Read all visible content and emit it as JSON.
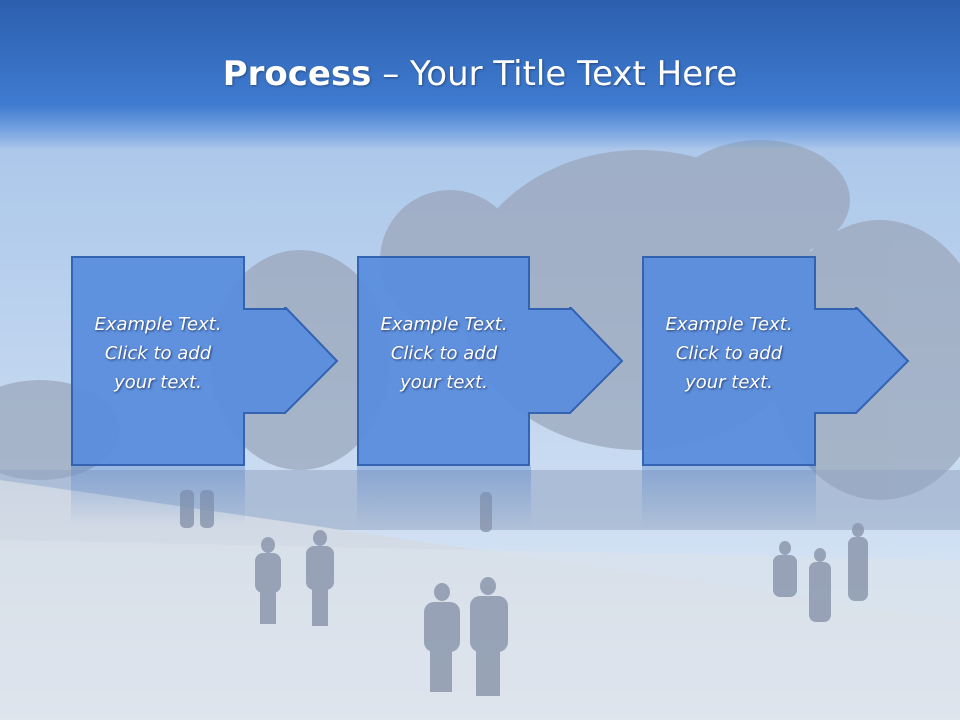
{
  "slide": {
    "title_bold": "Process",
    "title_rest": " – Your Title Text Here"
  },
  "steps": [
    {
      "line1": "Example Text.",
      "line2": "Click  to add",
      "line3": "your text."
    },
    {
      "line1": "Example Text.",
      "line2": "Click  to add",
      "line3": "your text."
    },
    {
      "line1": "Example Text.",
      "line2": "Click  to add",
      "line3": "your text."
    }
  ],
  "colors": {
    "title_bar": "#3f7bd0",
    "box_fill": "#5a8ede",
    "box_border": "#2d5fb0"
  }
}
